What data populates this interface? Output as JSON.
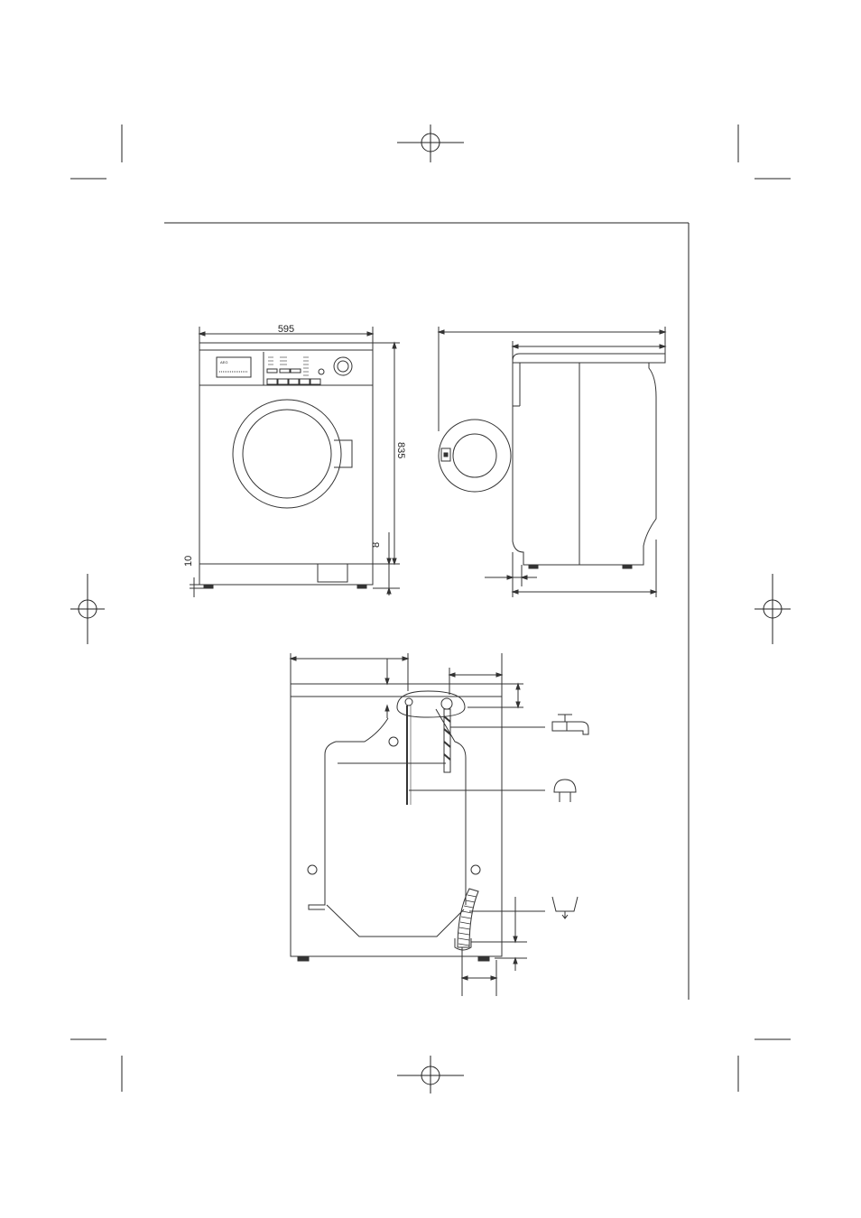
{
  "front_view": {
    "width_label": "595",
    "height_label": "835",
    "plinth_label": "8",
    "foot_label": "10",
    "brand_text": "AEG"
  },
  "icons": [
    "water-tap-icon",
    "electric-plug-icon",
    "drain-icon"
  ],
  "colors": {
    "line": "#333333",
    "background": "#ffffff"
  }
}
